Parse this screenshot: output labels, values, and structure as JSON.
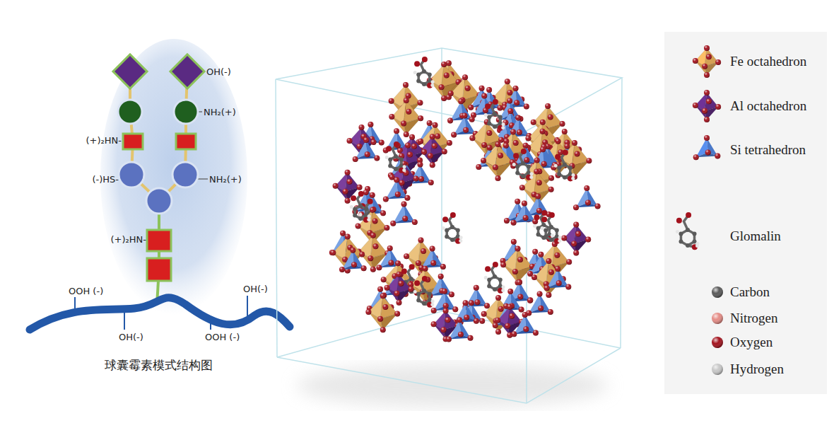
{
  "diagram": {
    "caption": "球囊霉素模式结构图",
    "labels": [
      "OH(-)",
      "NH₂(+)",
      "(+)₂HN-",
      "(-)HS-",
      "NH₂(+)",
      "(+)₂HN-",
      "OOH (-)",
      "OH(-)",
      "OH(-)",
      "OOH (-)"
    ],
    "legend": [
      {
        "text": "Fe octahedron",
        "color": "#d4a055"
      },
      {
        "text": "Al octahedron",
        "color": "#5e2a7e"
      },
      {
        "text": "Si tetrahedron",
        "color": "#4a78c8"
      },
      {
        "text": "Glomalin"
      },
      {
        "text": "Carbon",
        "color": "#5a5a5a"
      },
      {
        "text": "Nitrogen",
        "color": "#e58c86"
      },
      {
        "text": "Oxygen",
        "color": "#a3121d"
      },
      {
        "text": "Hydrogen",
        "color": "#c8c8c8"
      }
    ]
  }
}
